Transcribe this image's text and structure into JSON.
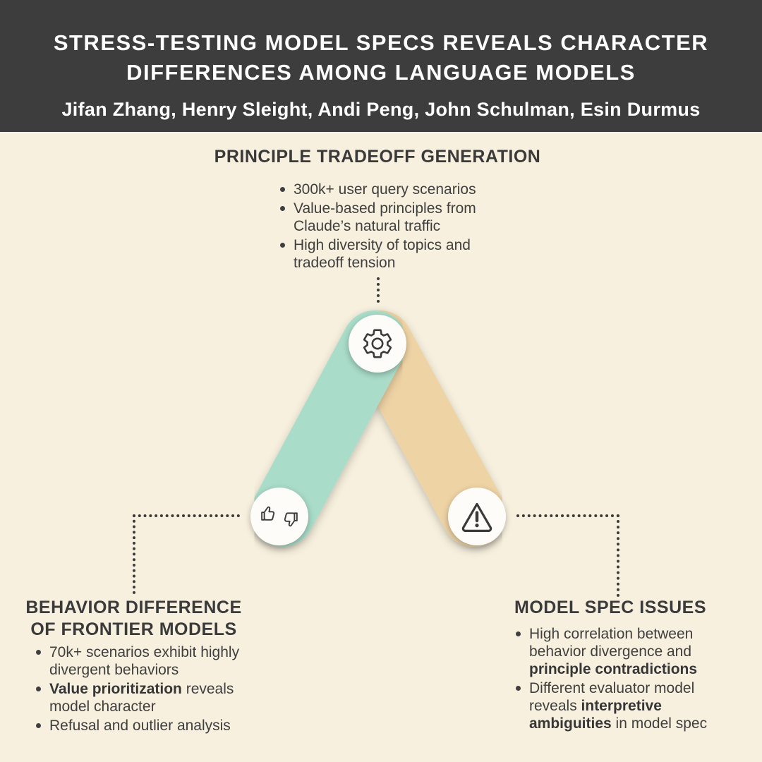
{
  "header": {
    "title_lines": [
      "STRESS-TESTING MODEL SPECS REVEALS CHARACTER",
      "DIFFERENCES AMONG LANGUAGE MODELS"
    ],
    "authors": "Jifan Zhang, Henry Sleight, Andi Peng, John Schulman, Esin Durmus"
  },
  "top_section": {
    "heading": "PRINCIPLE TRADEOFF GENERATION",
    "bullets": [
      "300k+ user query scenarios",
      "Value-based principles from Claude’s natural traffic",
      "High diversity of topics and tradeoff tension"
    ]
  },
  "left_section": {
    "heading_lines": [
      "BEHAVIOR DIFFERENCE",
      "OF FRONTIER MODELS"
    ],
    "bullets": [
      {
        "pre": "70k+ scenarios exhibit highly divergent behaviors",
        "bold": "",
        "post": ""
      },
      {
        "pre": "",
        "bold": "Value prioritization",
        "post": " reveals model character"
      },
      {
        "pre": "Refusal and outlier analysis",
        "bold": "",
        "post": ""
      }
    ]
  },
  "right_section": {
    "heading": "MODEL SPEC ISSUES",
    "bullets": [
      {
        "pre": "High correlation between behavior divergence and ",
        "bold": "principle contradictions",
        "post": ""
      },
      {
        "pre": "Different evaluator model reveals ",
        "bold": "interpretive ambiguities",
        "post": " in model spec"
      }
    ]
  },
  "icons": {
    "top": "gear-icon",
    "left": "thumbs-up-down-icon",
    "right": "warning-icon"
  },
  "colors": {
    "header_bg": "#3e3d3d",
    "body_bg": "#f7f0de",
    "teal": "#a9dcc9",
    "tan": "#eed3a4",
    "purple": "#b2aad1",
    "text": "#3f3f3f"
  }
}
